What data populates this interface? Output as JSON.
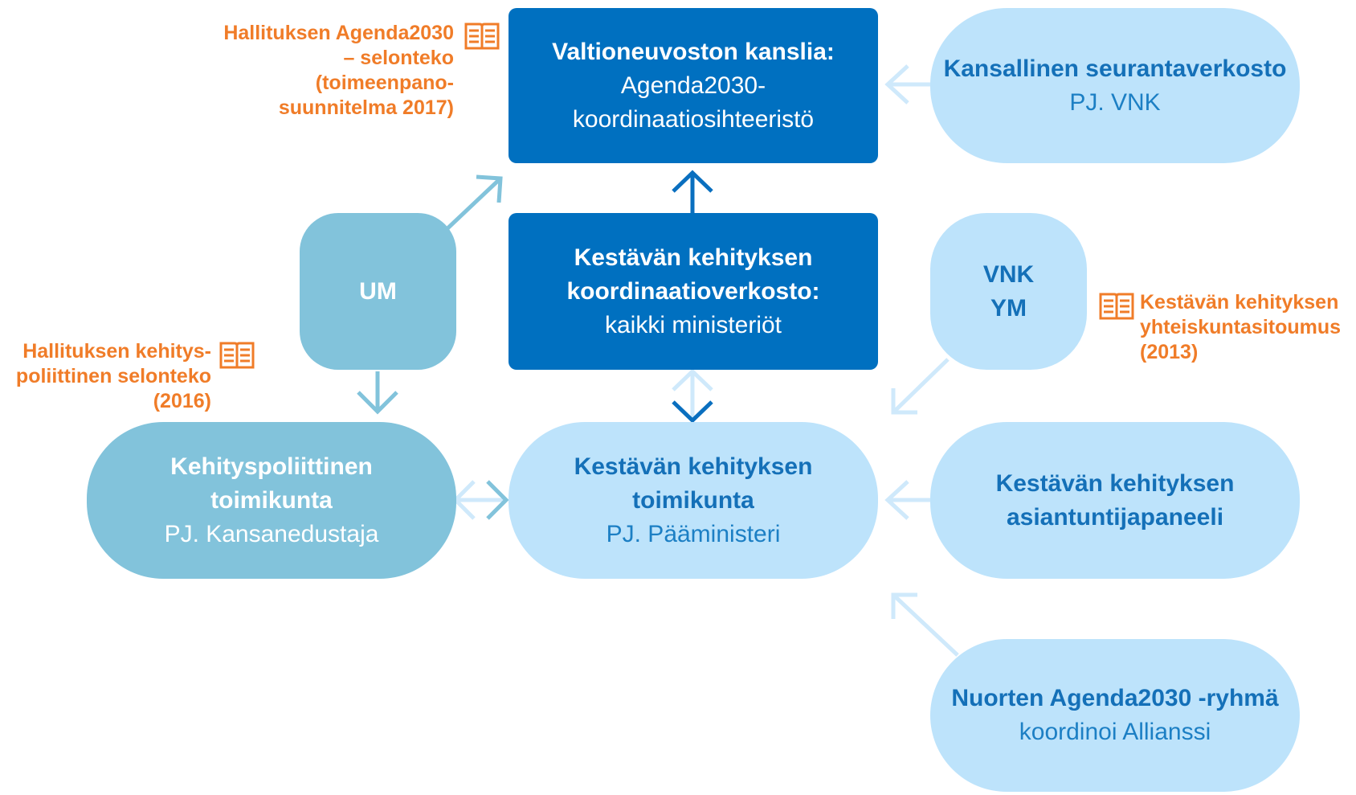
{
  "nodes": {
    "vnk_kanslia": {
      "title": "Valtioneuvoston kanslia:",
      "sub1": "Agenda2030-",
      "sub2": "koordinaatiosihteeristö"
    },
    "seurantaverkosto": {
      "title": "Kansallinen seurantaverkosto",
      "sub": "PJ. VNK"
    },
    "um": {
      "title": "UM"
    },
    "koordinaatioverkosto": {
      "title1": "Kestävän kehityksen",
      "title2": "koordinaatioverkosto:",
      "sub": "kaikki ministeriöt"
    },
    "vnk_ym": {
      "line1": "VNK",
      "line2": "YM"
    },
    "kehityspoliittinen": {
      "title1": "Kehityspoliittinen",
      "title2": "toimikunta",
      "sub": "PJ. Kansanedustaja"
    },
    "kk_toimikunta": {
      "title1": "Kestävän kehityksen",
      "title2": "toimikunta",
      "sub": "PJ. Pääministeri"
    },
    "asiantuntijapaneeli": {
      "title1": "Kestävän kehityksen",
      "title2": "asiantuntijapaneeli"
    },
    "nuorten": {
      "title": "Nuorten Agenda2030 -ryhmä",
      "sub": "koordinoi Allianssi"
    }
  },
  "references": {
    "agenda_selonteko": [
      "Hallituksen Agenda2030",
      "– selonteko",
      "(toimeenpano-",
      "suunnitelma 2017)"
    ],
    "kehityspoliittinen_selonteko": [
      "Hallituksen kehitys-",
      "poliittinen selonteko",
      "(2016)"
    ],
    "yhteiskuntasitoumus": [
      "Kestävän kehityksen",
      "yhteiskuntasitoumus",
      "(2013)"
    ]
  },
  "colors": {
    "dark_blue": "#0070c0",
    "light_blue": "#bde3fb",
    "teal": "#82c3db",
    "reference_orange": "#f07c28"
  },
  "icons": [
    "book-icon"
  ]
}
